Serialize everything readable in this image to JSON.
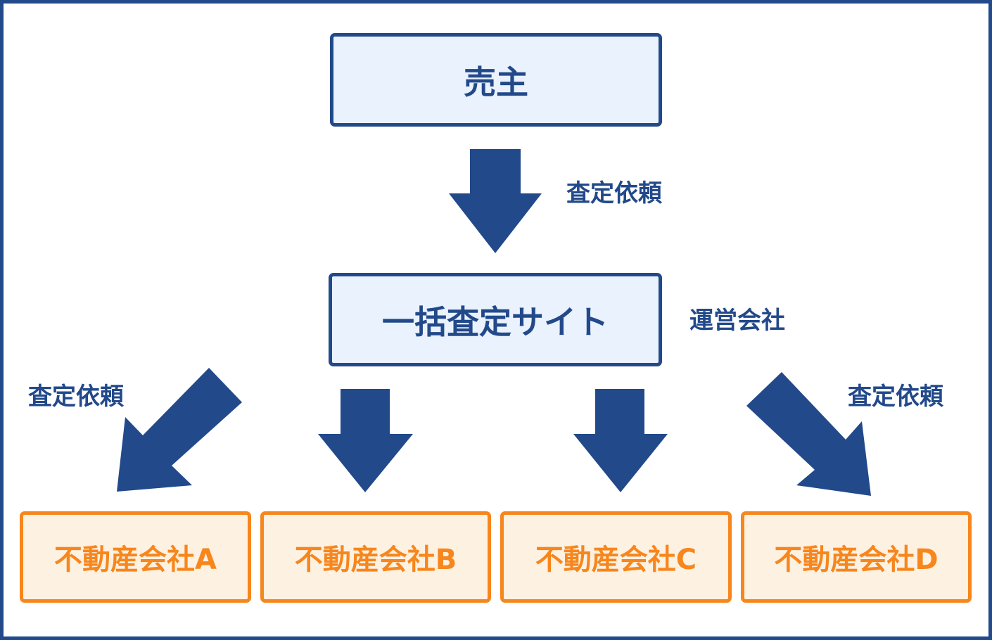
{
  "colors": {
    "frame": "#22498a",
    "arrow": "#22498a",
    "blue_fill": "#eaf2fd",
    "orange_border": "#f7861c",
    "orange_fill": "#fdf1e2"
  },
  "diagram": {
    "seller": "売主",
    "site": "一括査定サイト",
    "operator_label": "運営会社",
    "request_label_top": "査定依頼",
    "request_label_left": "査定依頼",
    "request_label_right": "査定依頼",
    "companies": [
      "不動産会社A",
      "不動産会社B",
      "不動産会社C",
      "不動産会社D"
    ]
  }
}
